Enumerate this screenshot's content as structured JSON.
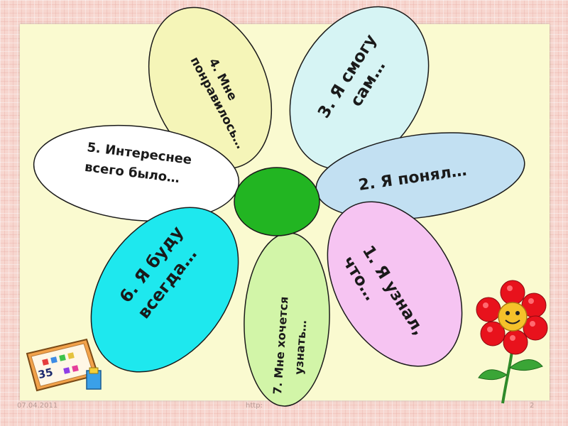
{
  "colors": {
    "frame_bg": "#f7d6cf",
    "panel_bg": "#fafad0",
    "center": "#22b522",
    "petal_4": "#f5f5b8",
    "petal_3": "#d6f4f4",
    "petal_5": "#ffffff",
    "petal_2": "#c2e0f2",
    "petal_1": "#f6c4f2",
    "petal_6": "#1ee8ee",
    "petal_7": "#d2f5a8",
    "flower_red": "#e8121c"
  },
  "petals": {
    "p4": {
      "line1": "4. Мне",
      "line2": "понравилось…"
    },
    "p3": {
      "line1": "3. Я смогу",
      "line2": "сам…"
    },
    "p5": {
      "line1": "5. Интереснее",
      "line2": "всего было…"
    },
    "p2": {
      "line1": "2. Я понял…"
    },
    "p1": {
      "line1": "1. Я узнал,",
      "line2": "что…"
    },
    "p6": {
      "line1": "6. Я буду",
      "line2": "всегда…"
    },
    "p7": {
      "line1": "7. Мне хочется",
      "line2": "узнать…"
    }
  },
  "decor": {
    "abacus_icon": "calculator-abacus-icon",
    "abacus_digits": "35",
    "flower_icon": "red-flower-smiley-icon"
  },
  "footer": {
    "date": "07.04.2011",
    "url": "http:",
    "page": "2"
  }
}
